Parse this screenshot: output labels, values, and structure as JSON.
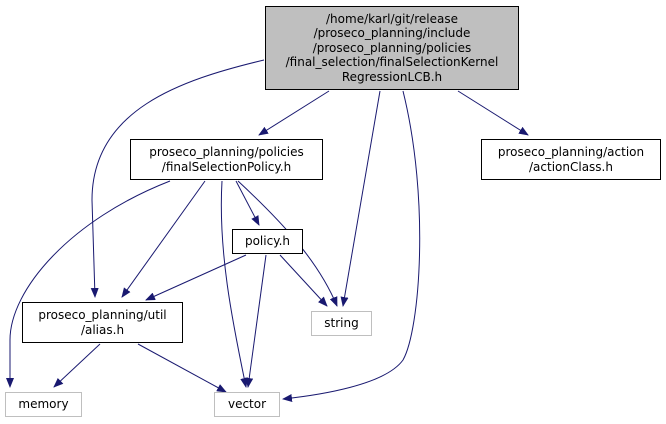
{
  "colors": {
    "edge": "#191970",
    "root_fill": "#bfbfbf",
    "node_border": "#000000",
    "system_border": "#bfbfbf"
  },
  "nodes": {
    "root": {
      "lines": [
        "/home/karl/git/release",
        "/proseco_planning/include",
        "/proseco_planning/policies",
        "/final_selection/finalSelectionKernel",
        "RegressionLCB.h"
      ]
    },
    "final_selection_policy": {
      "lines": [
        "proseco_planning/policies",
        "/finalSelectionPolicy.h"
      ]
    },
    "action_class": {
      "lines": [
        "proseco_planning/action",
        "/actionClass.h"
      ]
    },
    "policy": {
      "lines": [
        "policy.h"
      ]
    },
    "alias": {
      "lines": [
        "proseco_planning/util",
        "/alias.h"
      ]
    },
    "string": {
      "lines": [
        "string"
      ]
    },
    "memory": {
      "lines": [
        "memory"
      ]
    },
    "vector": {
      "lines": [
        "vector"
      ]
    }
  },
  "edges": [
    [
      "root",
      "final_selection_policy"
    ],
    [
      "root",
      "action_class"
    ],
    [
      "root",
      "alias"
    ],
    [
      "root",
      "string"
    ],
    [
      "root",
      "vector"
    ],
    [
      "final_selection_policy",
      "memory"
    ],
    [
      "final_selection_policy",
      "alias"
    ],
    [
      "final_selection_policy",
      "vector"
    ],
    [
      "final_selection_policy",
      "policy"
    ],
    [
      "final_selection_policy",
      "string"
    ],
    [
      "policy",
      "alias"
    ],
    [
      "policy",
      "vector"
    ],
    [
      "policy",
      "string"
    ],
    [
      "alias",
      "memory"
    ],
    [
      "alias",
      "vector"
    ]
  ]
}
